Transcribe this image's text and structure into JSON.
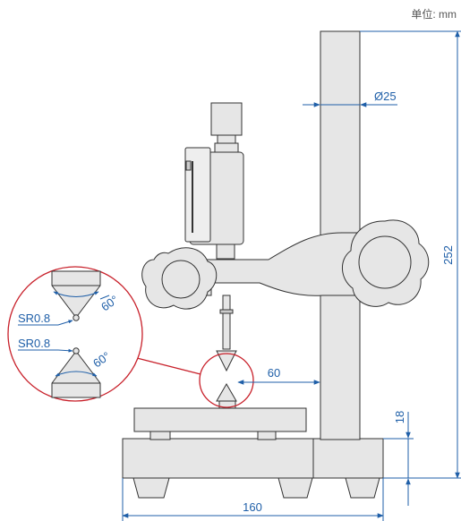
{
  "unit_label": "单位: mm",
  "dimensions": {
    "column_diameter": "Ø25",
    "height": "252",
    "throat_depth": "60",
    "base_thickness": "18",
    "base_width": "160"
  },
  "callout": {
    "upper_radius": "SR0.8",
    "upper_angle": "60°",
    "lower_radius": "SR0.8",
    "lower_angle": "60°"
  },
  "colors": {
    "dimension": "#1f5fa8",
    "callout_circle": "#c8202a",
    "body_fill": "#e6e6e6",
    "outline": "#333333"
  }
}
